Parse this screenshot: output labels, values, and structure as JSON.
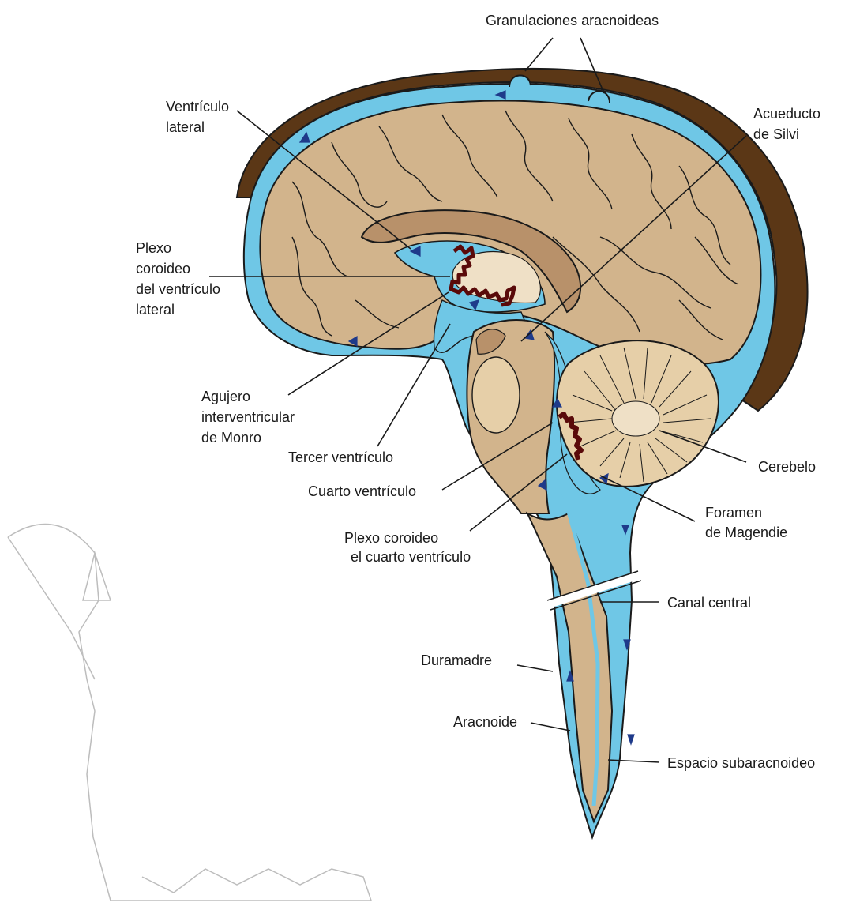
{
  "labels": {
    "granulaciones": "Granulaciones aracnoideas",
    "ventriculo_lateral": [
      "Ventrículo",
      "lateral"
    ],
    "acueducto": [
      "Acueducto",
      "de Silvi"
    ],
    "plexo_lateral": [
      "Plexo",
      "coroideo",
      "del ventrículo",
      "lateral"
    ],
    "agujero": [
      "Agujero",
      "interventricular",
      "de Monro"
    ],
    "tercer": "Tercer ventrículo",
    "cuarto": "Cuarto ventrículo",
    "plexo_cuarto": [
      "Plexo coroideo",
      "el cuarto ventrículo"
    ],
    "cerebelo": "Cerebelo",
    "foramen": [
      "Foramen",
      "de Magendie"
    ],
    "canal_central": "Canal central",
    "duramadre": "Duramadre",
    "aracnoide": "Aracnoide",
    "espacio": "Espacio subaracnoideo"
  },
  "colors": {
    "csf": "#6fc7e6",
    "brain": "#d2b48c",
    "dura": "#5b3716",
    "outline": "#1a1a1a",
    "plexus": "#5a0a0a",
    "corpus": "#b8916a",
    "flow_arrows": "#1f3a8a"
  }
}
